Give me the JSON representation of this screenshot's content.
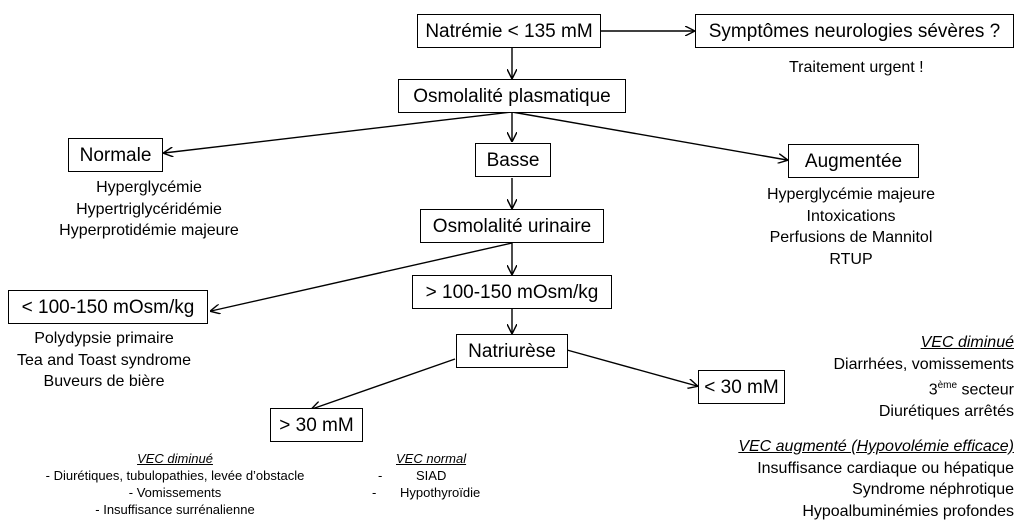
{
  "boxes": {
    "natremie": "Natrémie < 135 mM",
    "symptomes": "Symptômes neurologies sévères ?",
    "osmo_plasma": "Osmolalité plasmatique",
    "normale": "Normale",
    "basse": "Basse",
    "augmentee": "Augmentée",
    "osmo_urine": "Osmolalité urinaire",
    "low_osm": "< 100-150 mOsm/kg",
    "high_osm": "> 100-150 mOsm/kg",
    "natriurese": "Natriurèse",
    "gt30": "> 30 mM",
    "lt30": "< 30 mM"
  },
  "notes": {
    "traitement": "Traitement urgent !",
    "normale_causes": [
      "Hyperglycémie",
      "Hypertriglycéridémie",
      "Hyperprotidémie majeure"
    ],
    "augmentee_causes": [
      "Hyperglycémie majeure",
      "Intoxications",
      "Perfusions de Mannitol",
      "RTUP"
    ],
    "low_osm_causes": [
      "Polydypsie primaire",
      "Tea and Toast syndrome",
      "Buveurs de bière"
    ],
    "vec_diminue_right": {
      "title": "VEC diminué",
      "line1": "Diarrhées, vomissements",
      "line2_sup": "ème",
      "line2_pre": "3",
      "line2_post": " secteur",
      "line3": "Diurétiques arrêtés"
    },
    "vec_augmente": {
      "title": "VEC augmenté (Hypovolémie efficace)",
      "items": [
        "Insuffisance cardiaque ou hépatique",
        "Syndrome néphrotique",
        "Hypoalbuminémies profondes"
      ]
    },
    "vec_diminue_bottom": {
      "title": "VEC diminué",
      "items": [
        "- Diurétiques, tubulopathies, levée d’obstacle",
        "- Vomissements",
        "- Insuffisance surrénalienne"
      ]
    },
    "vec_normal": {
      "title": "VEC normal",
      "items": [
        "SIAD",
        "Hypothyroïdie"
      ],
      "bullet": "-"
    }
  }
}
